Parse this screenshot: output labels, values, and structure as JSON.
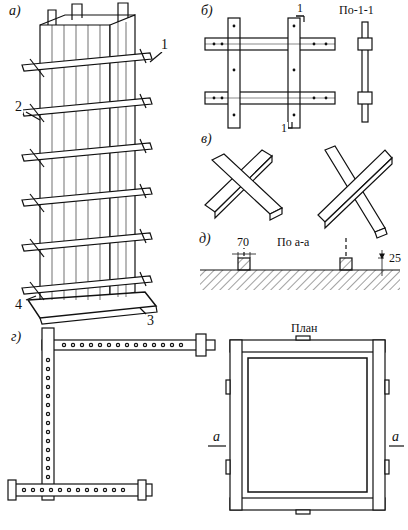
{
  "diagram": {
    "labels": [
      "а)",
      "б)",
      "1",
      "По-1-1",
      "1",
      "1",
      "2",
      "в)",
      "д)",
      "70",
      "По а-а",
      "25",
      "4",
      "3",
      "г)",
      "План",
      "а",
      "а"
    ]
  }
}
